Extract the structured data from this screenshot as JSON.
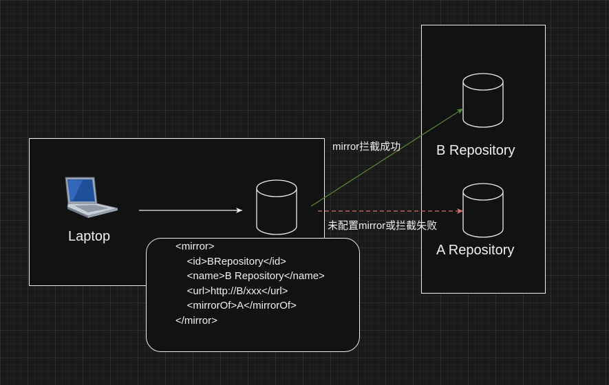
{
  "local_box": {
    "label": "Laptop"
  },
  "repo_box": {
    "repos": [
      {
        "label": "B Repository"
      },
      {
        "label": "A Repository"
      }
    ]
  },
  "edges": {
    "success_label": "mirror拦截成功",
    "fail_label": "未配置mirror或拦截失败"
  },
  "config_snippet": {
    "lines": [
      "<mirror>",
      "    <id>BRepository</id>",
      "    <name>B Repository</name>",
      "    <url>http://B/xxx</url>",
      "    <mirrorOf>A</mirrorOf>",
      "</mirror>"
    ]
  },
  "colors": {
    "success_edge": "#5a8a3a",
    "fail_edge": "#d9736a",
    "stroke": "#f0f0f0"
  }
}
